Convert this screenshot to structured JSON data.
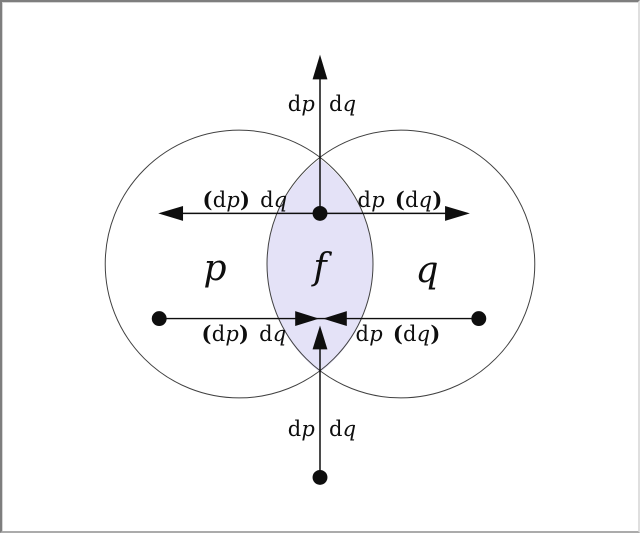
{
  "diagram": {
    "type": "venn-diagram-differentials",
    "regions": {
      "left": "p",
      "intersection": "f",
      "right": "q"
    },
    "glyphs": {
      "d": "d",
      "p": "p",
      "q": "q",
      "open_paren": "(",
      "close_paren": ")"
    },
    "labels": {
      "top_arrow": "dp dq",
      "upper_left_arrow": "(dp) dq",
      "upper_right_arrow": "dp (dq)",
      "lower_left_arrow": "(dp) dq",
      "lower_right_arrow": "dp (dq)",
      "bottom_arrow": "dp dq"
    }
  },
  "colors": {
    "background": "#ffffff",
    "lens_fill": "#e4e2f7",
    "circle_stroke": "#404040",
    "ink": "#0e0e0e"
  }
}
